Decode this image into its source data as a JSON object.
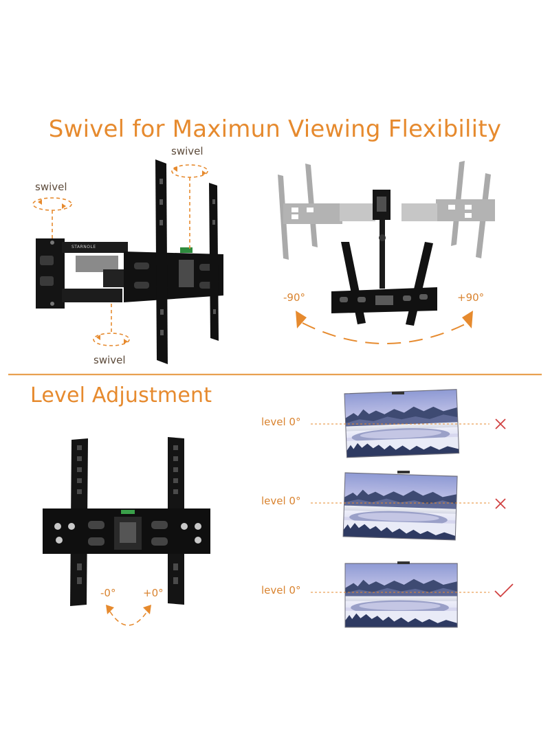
{
  "headings": {
    "swivel_title": "Swivel for Maximun Viewing Flexibility",
    "level_title": "Level Adjustment"
  },
  "swivel_labels": {
    "top": "swivel",
    "left": "swivel",
    "bottom": "swivel"
  },
  "brand_label": "STARNOLE",
  "angle_labels": {
    "left": "-90°",
    "right": "+90°",
    "tilt_minus": "-0°",
    "tilt_plus": "+0°"
  },
  "level_rows": [
    {
      "label": "level 0°",
      "result": "✕"
    },
    {
      "label": "level 0°",
      "result": "✕"
    },
    {
      "label": "level 0°",
      "result": "✓"
    }
  ],
  "colors": {
    "accent": "#e68a2e",
    "mount_black": "#141414",
    "divider": "#e8a050",
    "cross": "#d04040"
  }
}
